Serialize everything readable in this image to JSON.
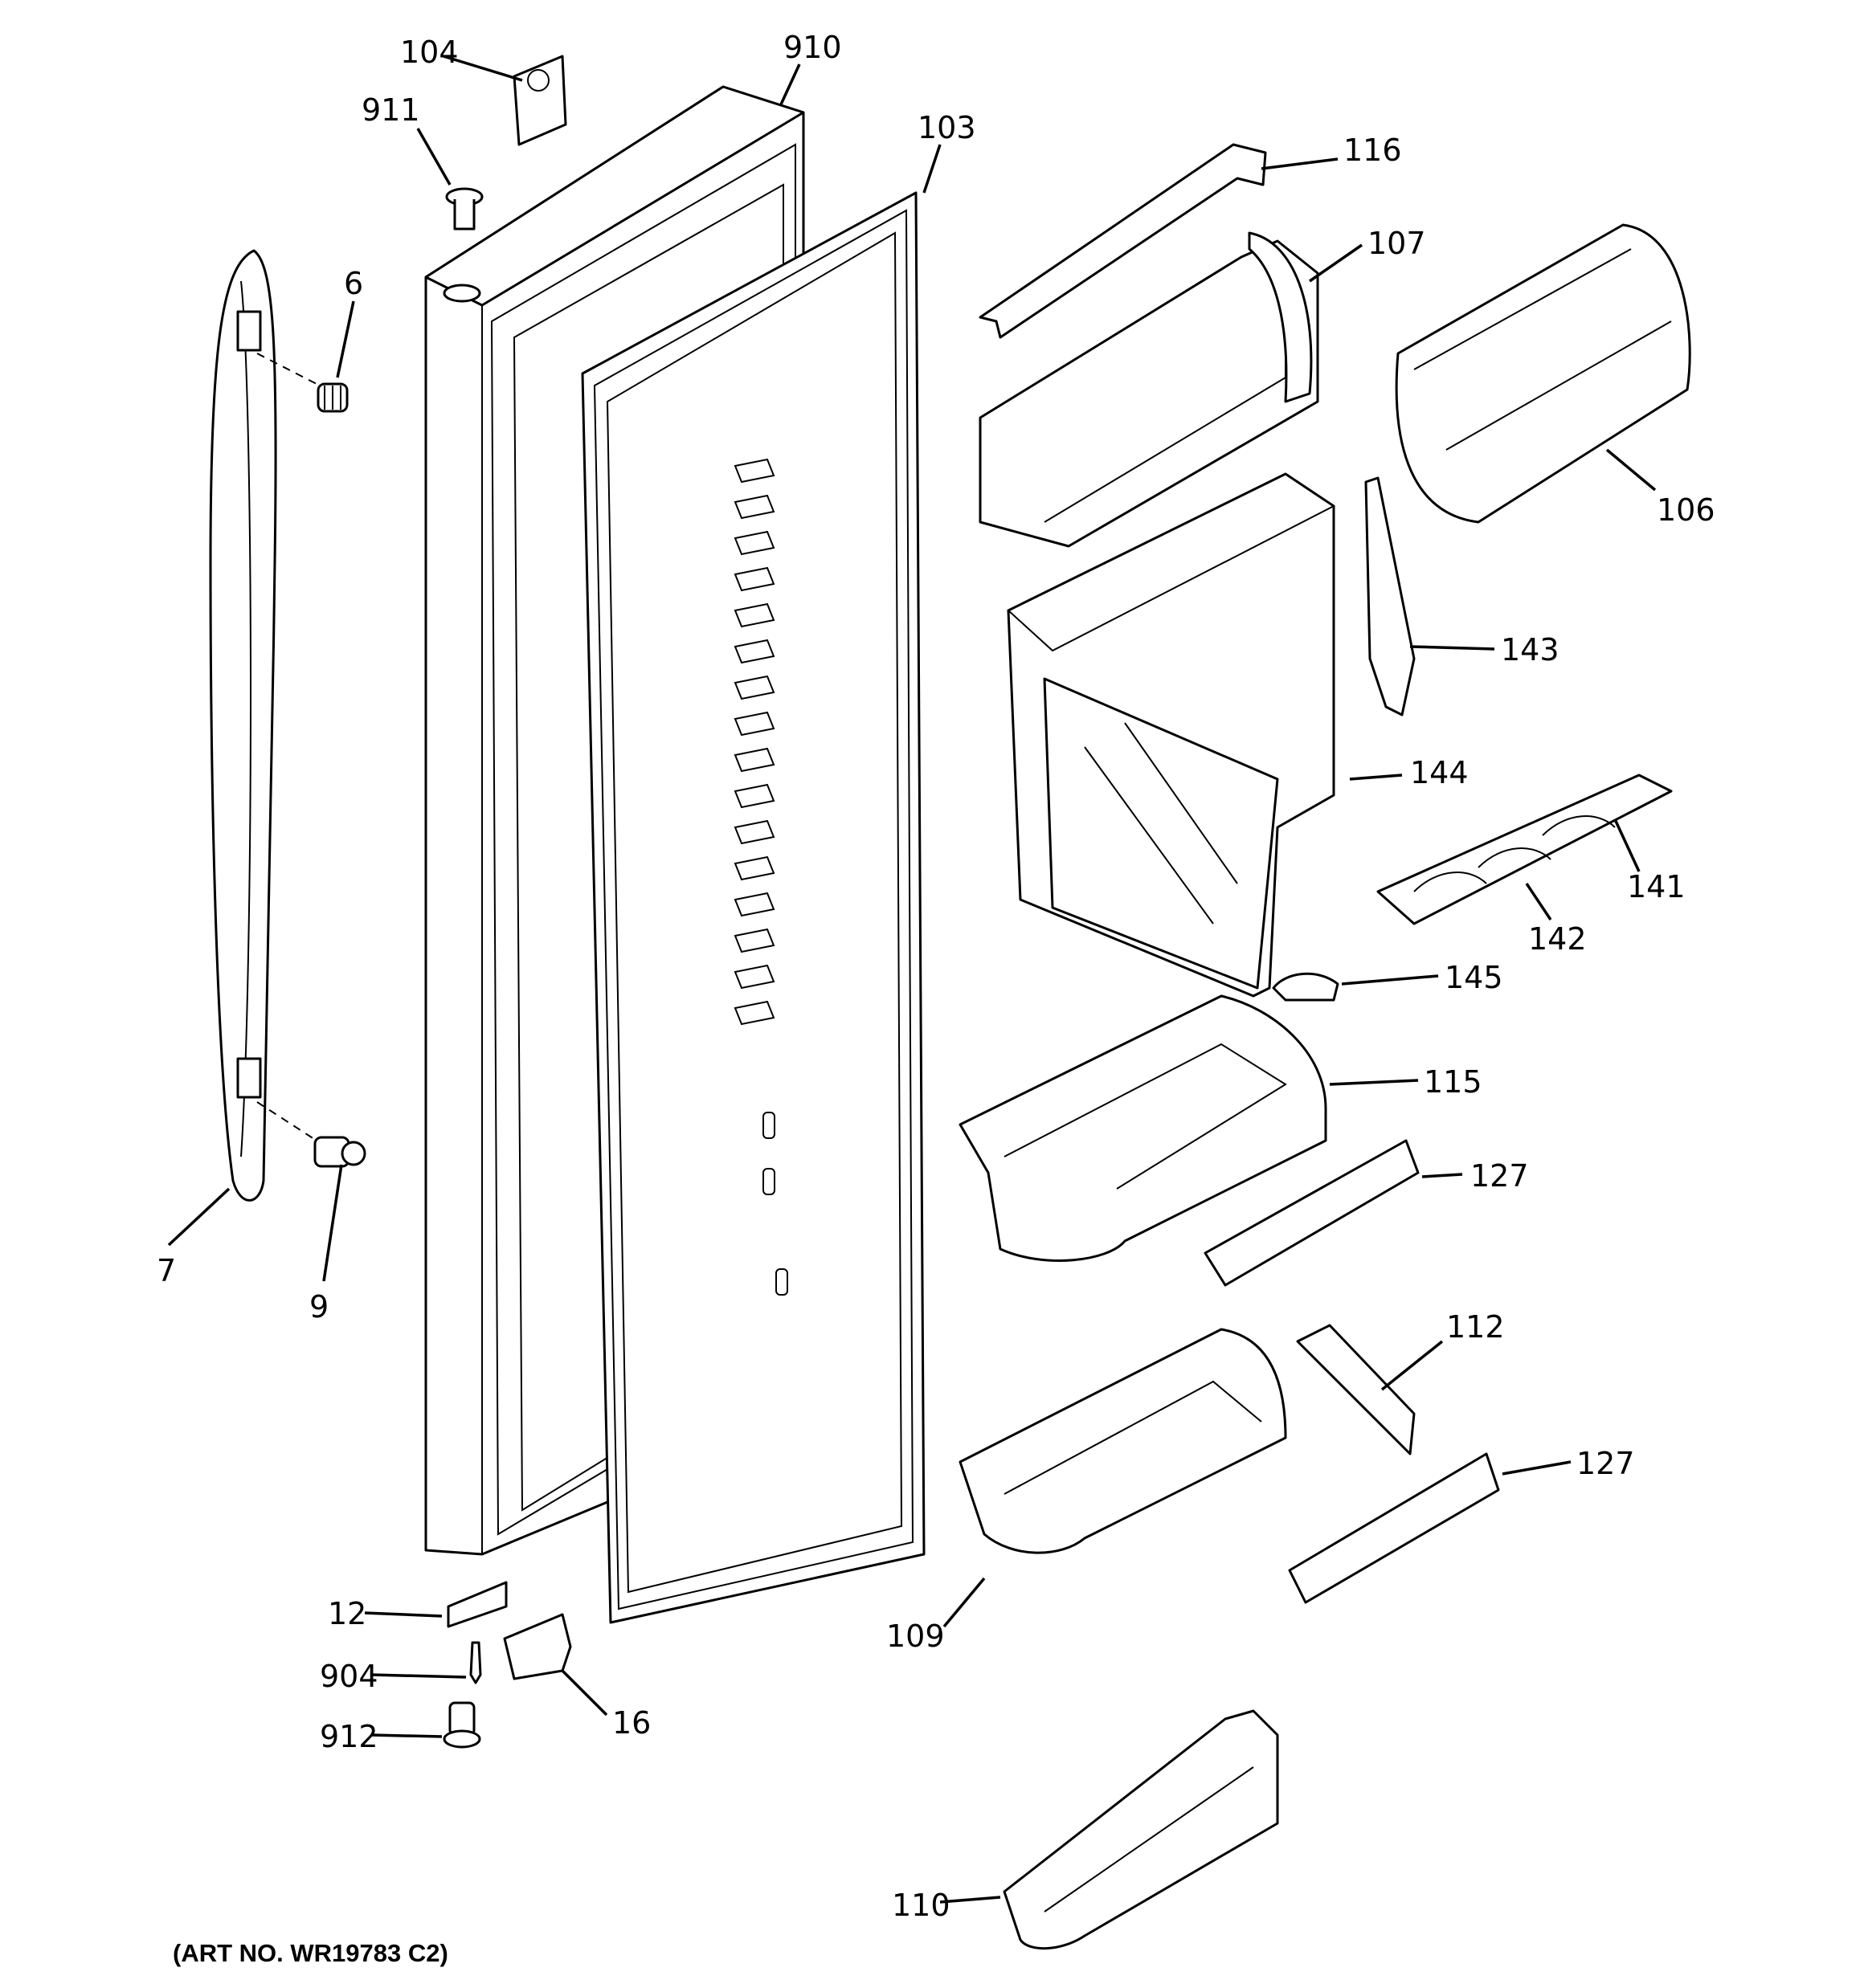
{
  "diagram": {
    "art_number": "(ART NO. WR19783 C2)",
    "callouts": {
      "c104": "104",
      "c911": "911",
      "c910": "910",
      "c103": "103",
      "c116": "116",
      "c107": "107",
      "c106": "106",
      "c6": "6",
      "c143": "143",
      "c144": "144",
      "c141": "141",
      "c142": "142",
      "c145": "145",
      "c115": "115",
      "c127a": "127",
      "c112": "112",
      "c127b": "127",
      "c7": "7",
      "c9": "9",
      "c12": "12",
      "c904": "904",
      "c912": "912",
      "c16": "16",
      "c109": "109",
      "c110": "110"
    }
  }
}
